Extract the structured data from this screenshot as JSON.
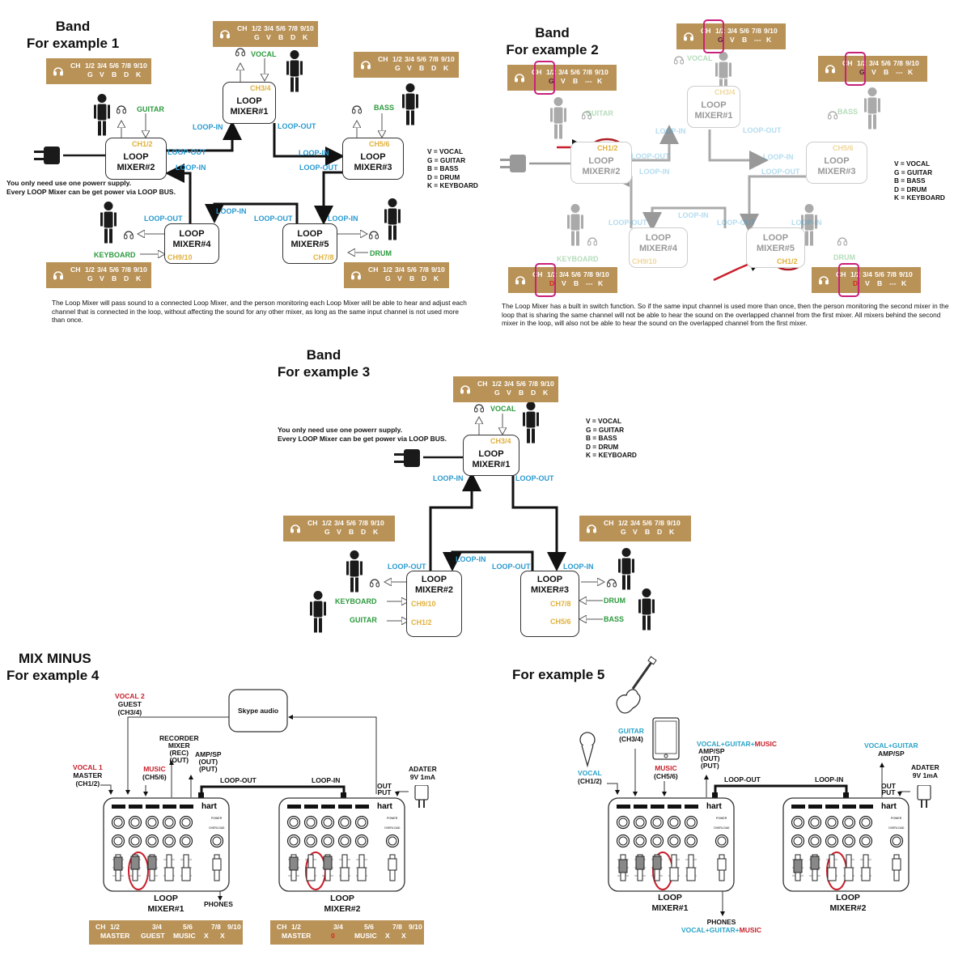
{
  "legend": [
    "V = VOCAL",
    "G = GUITAR",
    "B = BASS",
    "D = DRUM",
    "K = KEYBOARD"
  ],
  "power_note": [
    "You only need use one powerr supply.",
    "Every LOOP Mixer can be get power via LOOP BUS."
  ],
  "loop_in": "LOOP-IN",
  "loop_out": "LOOP-OUT",
  "loop_word": "LOOP",
  "panel_std": {
    "header": [
      "CH",
      "1/2",
      "3/4",
      "5/6",
      "7/8",
      "9/10"
    ],
    "values": [
      "G",
      "V",
      "B",
      "D",
      "K"
    ]
  },
  "panel_ex2": {
    "header": [
      "CH",
      "1/2",
      "3/4",
      "5/6",
      "7/8",
      "9/10"
    ],
    "values_g": [
      "G",
      "V",
      "B",
      "---",
      "K"
    ],
    "values_d": [
      "D",
      "V",
      "B",
      "---",
      "K"
    ]
  },
  "ex1": {
    "title": [
      "Band",
      "For example 1"
    ],
    "mixers": [
      {
        "name": "MIXER#1",
        "channel": "CH3/4",
        "instrument": "VOCAL"
      },
      {
        "name": "MIXER#2",
        "channel": "CH1/2",
        "instrument": "GUITAR"
      },
      {
        "name": "MIXER#3",
        "channel": "CH5/6",
        "instrument": "BASS"
      },
      {
        "name": "MIXER#4",
        "channel": "CH9/10",
        "instrument": "KEYBOARD"
      },
      {
        "name": "MIXER#5",
        "channel": "CH7/8",
        "instrument": "DRUM"
      }
    ],
    "description": "The Loop Mixer will pass sound to a connected Loop Mixer, and the person monitoring each Loop Mixer will be able to hear and adjust each channel that is connected in the loop, without affecting the sound for any other mixer, as long as the same input channel is not used more than once."
  },
  "ex2": {
    "title": [
      "Band",
      "For example 2"
    ],
    "mixers": [
      {
        "name": "MIXER#1",
        "channel": "CH3/4",
        "instrument": "VOCAL"
      },
      {
        "name": "MIXER#2",
        "channel": "CH1/2",
        "instrument": "GUITAR"
      },
      {
        "name": "MIXER#3",
        "channel": "CH5/6",
        "instrument": "BASS"
      },
      {
        "name": "MIXER#4",
        "channel": "CH9/10",
        "instrument": "KEYBOARD"
      },
      {
        "name": "MIXER#5",
        "channel": "CH1/2",
        "instrument": "DRUM"
      }
    ],
    "description": "The Loop Mixer has a built in switch function. So if the same input channel is used more than once, then the person monitoring the second mixer in the loop that is sharing the same channel will not be able to hear the sound on the overlapped channel from the first mixer. All mixers behind the second mixer in the loop, will also not be able to hear the sound on the overlapped channel from the first mixer."
  },
  "ex3": {
    "title": [
      "Band",
      "For example 3"
    ],
    "mixer1": {
      "name": "MIXER#1",
      "channel": "CH3/4",
      "instrument": "VOCAL"
    },
    "mixer2": {
      "name": "MIXER#2",
      "inputs": [
        {
          "instrument": "KEYBOARD",
          "channel": "CH9/10"
        },
        {
          "instrument": "GUITAR",
          "channel": "CH1/2"
        }
      ]
    },
    "mixer3": {
      "name": "MIXER#3",
      "inputs": [
        {
          "instrument": "DRUM",
          "channel": "CH7/8"
        },
        {
          "instrument": "BASS",
          "channel": "CH5/6"
        }
      ]
    }
  },
  "ex4": {
    "title": [
      "MIX MINUS",
      "For example 4"
    ],
    "skype": "Skype audio",
    "vocal2": [
      "VOCAL 2",
      "GUEST",
      "(CH3/4)"
    ],
    "vocal1": [
      "VOCAL 1",
      "MASTER",
      "(CH1/2)"
    ],
    "music": [
      "MUSIC",
      "(CH5/6)"
    ],
    "recorder": [
      "RECORDER",
      "MIXER",
      "(REC)",
      "(OUT)"
    ],
    "ampsp": [
      "AMP/SP",
      "(OUT)",
      "(PUT)"
    ],
    "output": [
      "OUT",
      "PUT"
    ],
    "adapter": [
      "ADATER",
      "9V 1mA"
    ],
    "phones": "PHONES",
    "mixer1": "MIXER#1",
    "mixer2": "MIXER#2",
    "brand": "hart",
    "panel1": {
      "header": [
        "CH",
        "1/2",
        "3/4",
        "5/6",
        "7/8",
        "9/10"
      ],
      "values": [
        "MASTER",
        "GUEST",
        "MUSIC",
        "X",
        "X"
      ]
    },
    "panel2": {
      "header": [
        "CH",
        "1/2",
        "3/4",
        "5/6",
        "7/8",
        "9/10"
      ],
      "values": [
        "MASTER",
        "0",
        "MUSIC",
        "X",
        "X"
      ]
    }
  },
  "ex5": {
    "title": "For example 5",
    "guitar": [
      "GUITAR",
      "(CH3/4)"
    ],
    "vocal": [
      "VOCAL",
      "(CH1/2)"
    ],
    "music": [
      "MUSIC",
      "(CH5/6)"
    ],
    "amp1_mix": [
      "VOCAL+GUITAR+",
      "MUSIC"
    ],
    "amp1": [
      "AMP/SP",
      "(OUT)",
      "(PUT)"
    ],
    "amp2_mix": "VOCAL+GUITAR",
    "amp2": "AMP/SP",
    "output": [
      "OUT",
      "PUT"
    ],
    "adapter": [
      "ADATER",
      "9V 1mA"
    ],
    "phones": "PHONES",
    "phones_mix": [
      "VOCAL+GUITAR+",
      "MUSIC"
    ],
    "mixer1": "MIXER#1",
    "mixer2": "MIXER#2",
    "brand": "hart"
  },
  "colors": {
    "panel": "#b99257",
    "loop_label": "#2a9ad0",
    "instrument": "#2b9a3c",
    "channel": "#e0b13d",
    "highlight": "#c8217a",
    "alert": "#c8202c"
  }
}
